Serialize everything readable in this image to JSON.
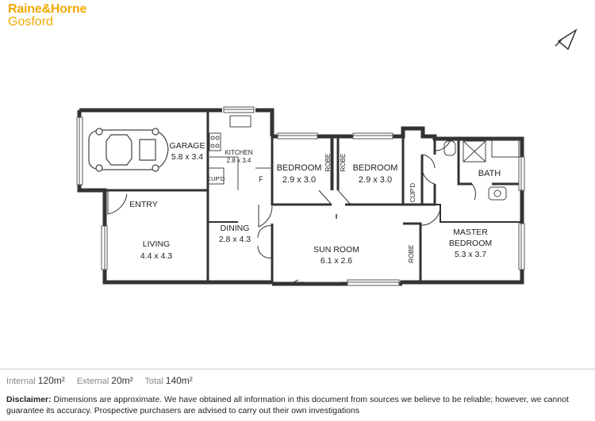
{
  "brand": {
    "line1": "Raine&Horne",
    "line2": "Gosford",
    "color": "#f2a900"
  },
  "compass": {
    "icon": "north-arrow-icon"
  },
  "rooms": {
    "garage": {
      "name": "GARAGE",
      "size": "5.8 x 3.4"
    },
    "kitchen": {
      "name": "KITCHEN",
      "size": "2.8 x 3.4"
    },
    "kitchen_cupd": "CUP'D",
    "kitchen_f": "F",
    "bedroom1": {
      "name": "BEDROOM",
      "size": "2.9 x 3.0"
    },
    "bedroom2": {
      "name": "BEDROOM",
      "size": "2.9 x 3.0"
    },
    "robe1": "ROBE",
    "robe2": "ROBE",
    "robe3": "ROBE",
    "hall_cupd": "CUP'D",
    "bath": "BATH",
    "entry": "ENTRY",
    "living": {
      "name": "LIVING",
      "size": "4.4 x 4.3"
    },
    "dining": {
      "name": "DINING",
      "size": "2.8 x 4.3"
    },
    "sunroom": {
      "name": "SUN ROOM",
      "size": "6.1 x 2.6"
    },
    "master": {
      "name1": "MASTER",
      "name2": "BEDROOM",
      "size": "5.3 x 3.7"
    }
  },
  "areas": {
    "internal_label": "Internal",
    "internal_value": "120m²",
    "external_label": "External",
    "external_value": "20m²",
    "total_label": "Total",
    "total_value": "140m²"
  },
  "disclaimer": {
    "label": "Disclaimer:",
    "text": "Dimensions are approximate. We have obtained all information in this document from sources we believe to be reliable; however, we cannot guarantee its accuracy. Prospective purchasers are advised to carry out their own investigations"
  }
}
